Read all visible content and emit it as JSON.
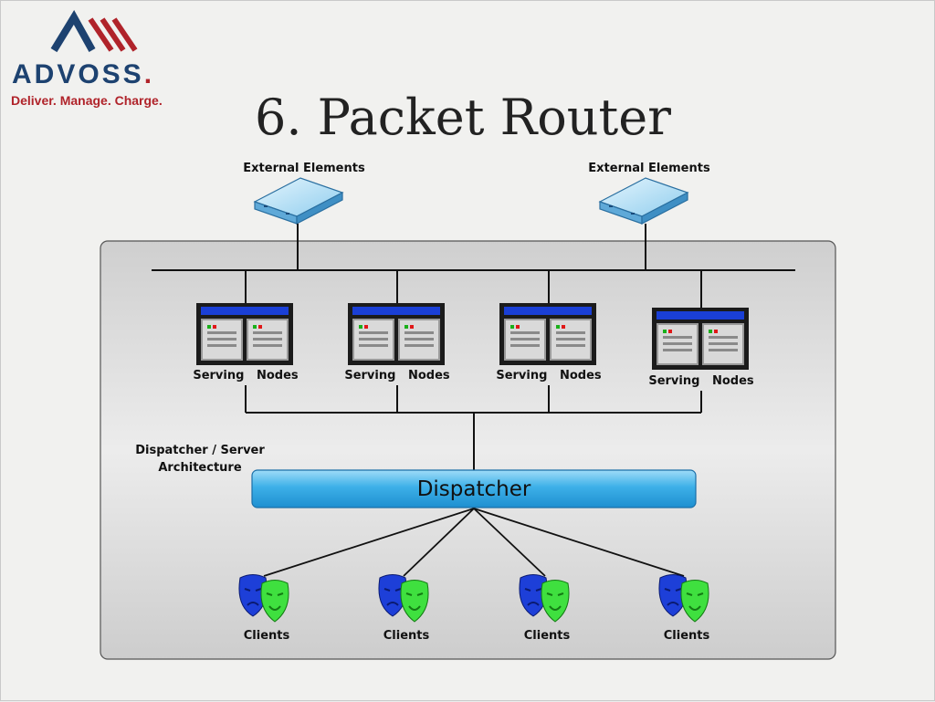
{
  "logo": {
    "word": "ADVOSS",
    "dot": ".",
    "tagline": "Deliver. Manage. Charge."
  },
  "title": "6. Packet Router",
  "external_elements": [
    "External  Elements",
    "External  Elements"
  ],
  "serving_nodes": [
    "Serving   Nodes",
    "Serving   Nodes",
    "Serving   Nodes",
    "Serving   Nodes"
  ],
  "architecture_label": {
    "line1": "Dispatcher / Server",
    "line2": "Architecture"
  },
  "dispatcher_label": "Dispatcher",
  "clients": [
    "Clients",
    "Clients",
    "Clients",
    "Clients"
  ],
  "colors": {
    "router": "#a8d8f0",
    "dispatcher": "#3db0e8",
    "server_bar": "#1a3fd6",
    "mask_blue": "#1d3fd8",
    "mask_green": "#3fe03f",
    "panel": "#d7d7d7"
  }
}
